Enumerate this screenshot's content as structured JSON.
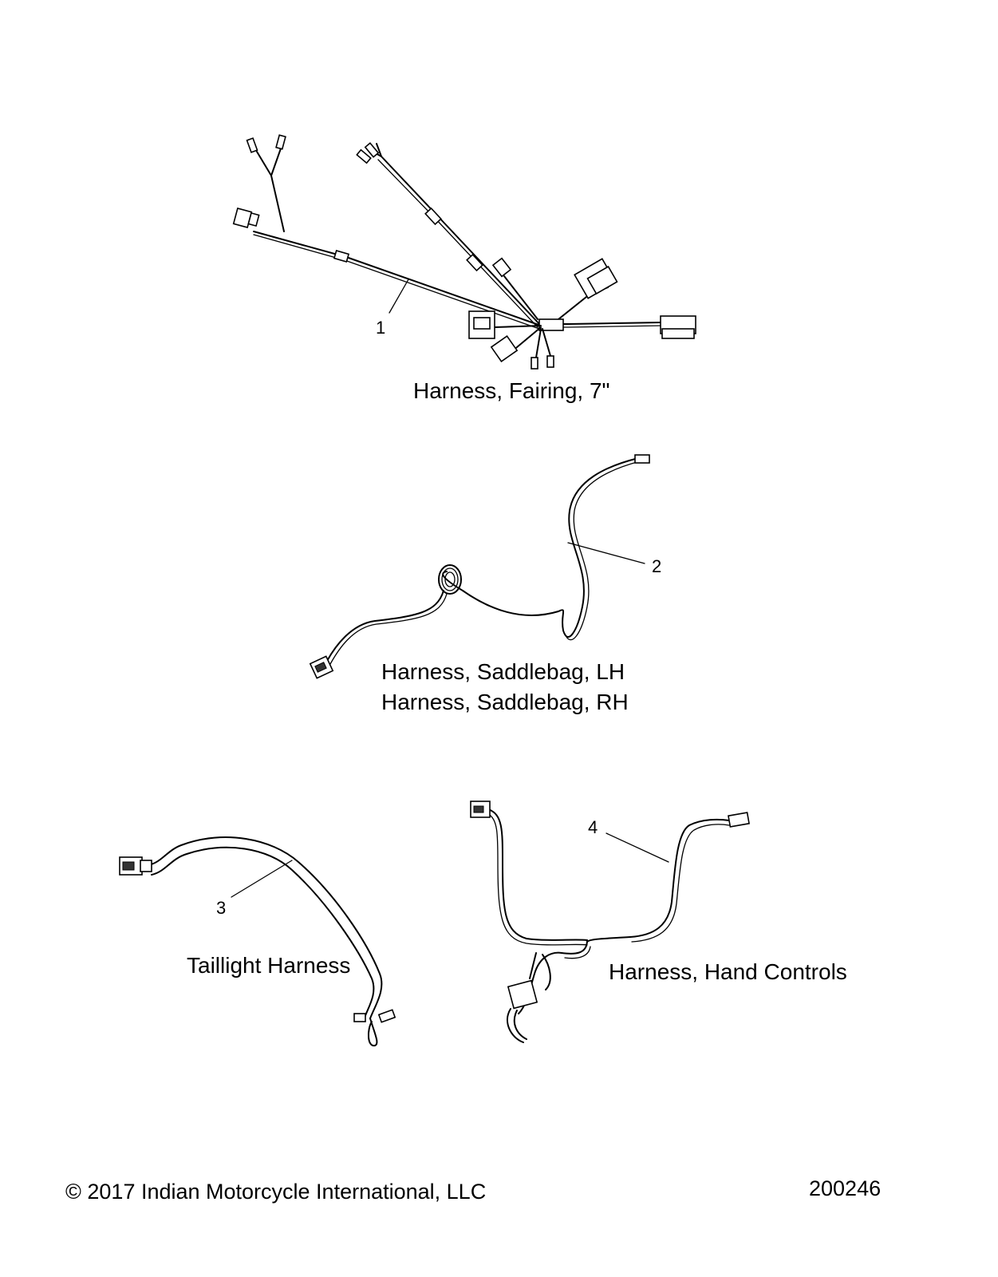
{
  "parts": [
    {
      "callout": "1",
      "label": "Harness, Fairing, 7\""
    },
    {
      "callout": "2",
      "label_lh": "Harness, Saddlebag, LH",
      "label_rh": "Harness, Saddlebag, RH"
    },
    {
      "callout": "3",
      "label": "Taillight Harness"
    },
    {
      "callout": "4",
      "label": "Harness, Hand Controls"
    }
  ],
  "footer": {
    "copyright": "© 2017 Indian Motorcycle International, LLC",
    "diagram_number": "200246"
  }
}
